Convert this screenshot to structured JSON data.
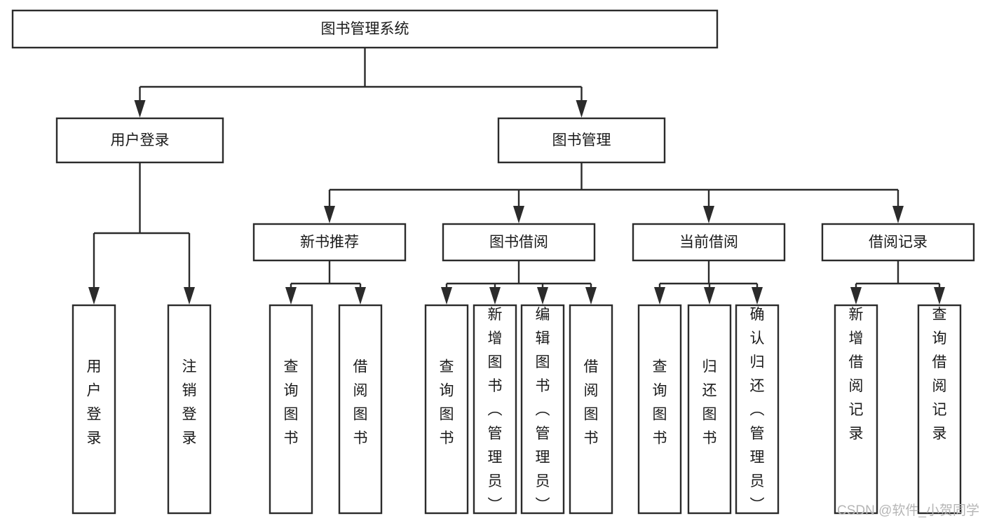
{
  "diagram": {
    "title": "图书管理系统",
    "type": "tree-hierarchy-chart",
    "background_color": "#ffffff",
    "line_color": "#2b2b2b",
    "box_fill": "#ffffff",
    "text_color": "#1a1a1a",
    "levels": [
      {
        "level": 1,
        "nodes": [
          {
            "id": "root",
            "label": "图书管理系统",
            "orientation": "horizontal"
          }
        ]
      },
      {
        "level": 2,
        "nodes": [
          {
            "id": "user-login",
            "label": "用户登录",
            "orientation": "horizontal",
            "parent": "root"
          },
          {
            "id": "book-manage",
            "label": "图书管理",
            "orientation": "horizontal",
            "parent": "root"
          }
        ]
      },
      {
        "level": 3,
        "nodes": [
          {
            "id": "new-book-rec",
            "label": "新书推荐",
            "orientation": "horizontal",
            "parent": "book-manage"
          },
          {
            "id": "book-borrow",
            "label": "图书借阅",
            "orientation": "horizontal",
            "parent": "book-manage"
          },
          {
            "id": "current-borrow",
            "label": "当前借阅",
            "orientation": "horizontal",
            "parent": "book-manage"
          },
          {
            "id": "borrow-record",
            "label": "借阅记录",
            "orientation": "horizontal",
            "parent": "book-manage"
          }
        ]
      },
      {
        "level": 4,
        "nodes": [
          {
            "id": "leaf-user-login",
            "label": "用户登录",
            "orientation": "vertical",
            "parent": "user-login"
          },
          {
            "id": "leaf-logout",
            "label": "注销登录",
            "orientation": "vertical",
            "parent": "user-login"
          },
          {
            "id": "leaf-query-book-1",
            "label": "查询图书",
            "orientation": "vertical",
            "parent": "new-book-rec"
          },
          {
            "id": "leaf-borrow-book-1",
            "label": "借阅图书",
            "orientation": "vertical",
            "parent": "new-book-rec"
          },
          {
            "id": "leaf-query-book-2",
            "label": "查询图书",
            "orientation": "vertical",
            "parent": "book-borrow"
          },
          {
            "id": "leaf-add-book",
            "label": "新增图书（管理员）",
            "orientation": "vertical",
            "parent": "book-borrow"
          },
          {
            "id": "leaf-edit-book",
            "label": "编辑图书（管理员）",
            "orientation": "vertical",
            "parent": "book-borrow"
          },
          {
            "id": "leaf-borrow-book-2",
            "label": "借阅图书",
            "orientation": "vertical",
            "parent": "book-borrow"
          },
          {
            "id": "leaf-query-book-3",
            "label": "查询图书",
            "orientation": "vertical",
            "parent": "current-borrow"
          },
          {
            "id": "leaf-return-book",
            "label": "归还图书",
            "orientation": "vertical",
            "parent": "current-borrow"
          },
          {
            "id": "leaf-confirm-return",
            "label": "确认归还（管理员）",
            "orientation": "vertical",
            "parent": "current-borrow"
          },
          {
            "id": "leaf-add-record",
            "label": "新增借阅记录",
            "orientation": "vertical",
            "parent": "borrow-record"
          },
          {
            "id": "leaf-query-record",
            "label": "查询借阅记录",
            "orientation": "vertical",
            "parent": "borrow-record"
          }
        ]
      }
    ]
  },
  "watermark": {
    "text": "CSDN @软件_小贺同学",
    "color": "#b6b6b6"
  }
}
